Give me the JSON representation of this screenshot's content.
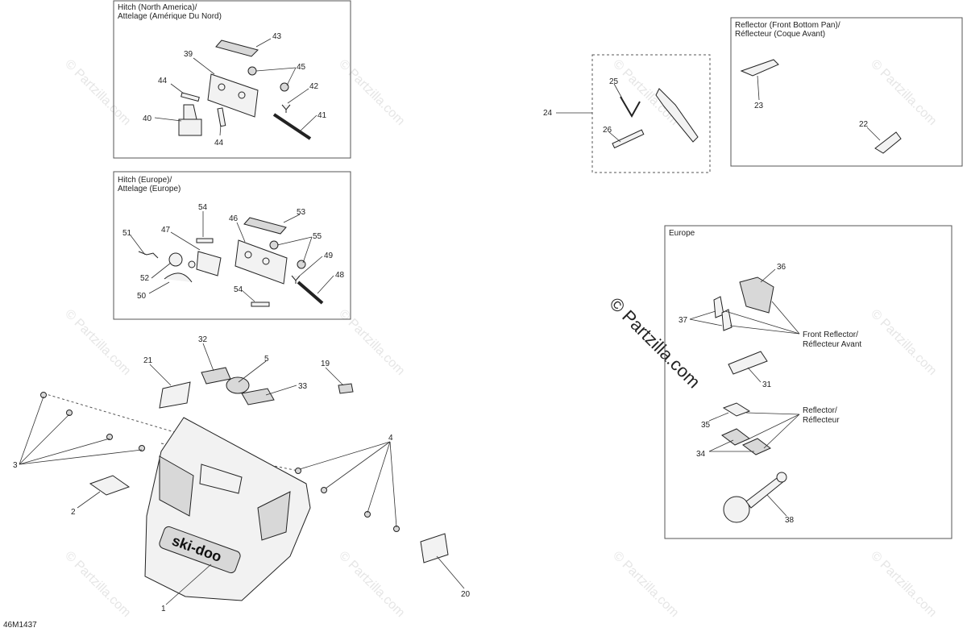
{
  "diagram_code": "46M1437",
  "watermark": "© Partzilla.com",
  "watermark_center": "© Partzilla.com",
  "boxes": {
    "hitch_na": {
      "title_en": "Hitch (North America)/",
      "title_fr": "Attelage (Amérique Du Nord)"
    },
    "hitch_eu": {
      "title_en": "Hitch (Europe)/",
      "title_fr": "Attelage (Europe)"
    },
    "reflector_front": {
      "title_en": "Reflector (Front Bottom Pan)/",
      "title_fr": "Réflecteur (Coque Avant)"
    },
    "europe": {
      "title": "Europe"
    }
  },
  "callouts": {
    "front_reflector_en": "Front Reflector/",
    "front_reflector_fr": "Réflecteur Avant",
    "reflector_en": "Reflector/",
    "reflector_fr": "Réflecteur"
  },
  "brand": "ski-doo",
  "parts": {
    "p1": "1",
    "p2": "2",
    "p3": "3",
    "p4": "4",
    "p5": "5",
    "p19": "19",
    "p20": "20",
    "p21": "21",
    "p22": "22",
    "p23": "23",
    "p24": "24",
    "p25": "25",
    "p26": "26",
    "p31": "31",
    "p32": "32",
    "p33": "33",
    "p34": "34",
    "p35": "35",
    "p36": "36",
    "p37": "37",
    "p38": "38",
    "p39": "39",
    "p40": "40",
    "p41": "41",
    "p42": "42",
    "p43": "43",
    "p44a": "44",
    "p44b": "44",
    "p45": "45",
    "p46": "46",
    "p47": "47",
    "p48": "48",
    "p49": "49",
    "p50": "50",
    "p51": "51",
    "p52": "52",
    "p53": "53",
    "p54a": "54",
    "p54b": "54",
    "p55": "55"
  }
}
